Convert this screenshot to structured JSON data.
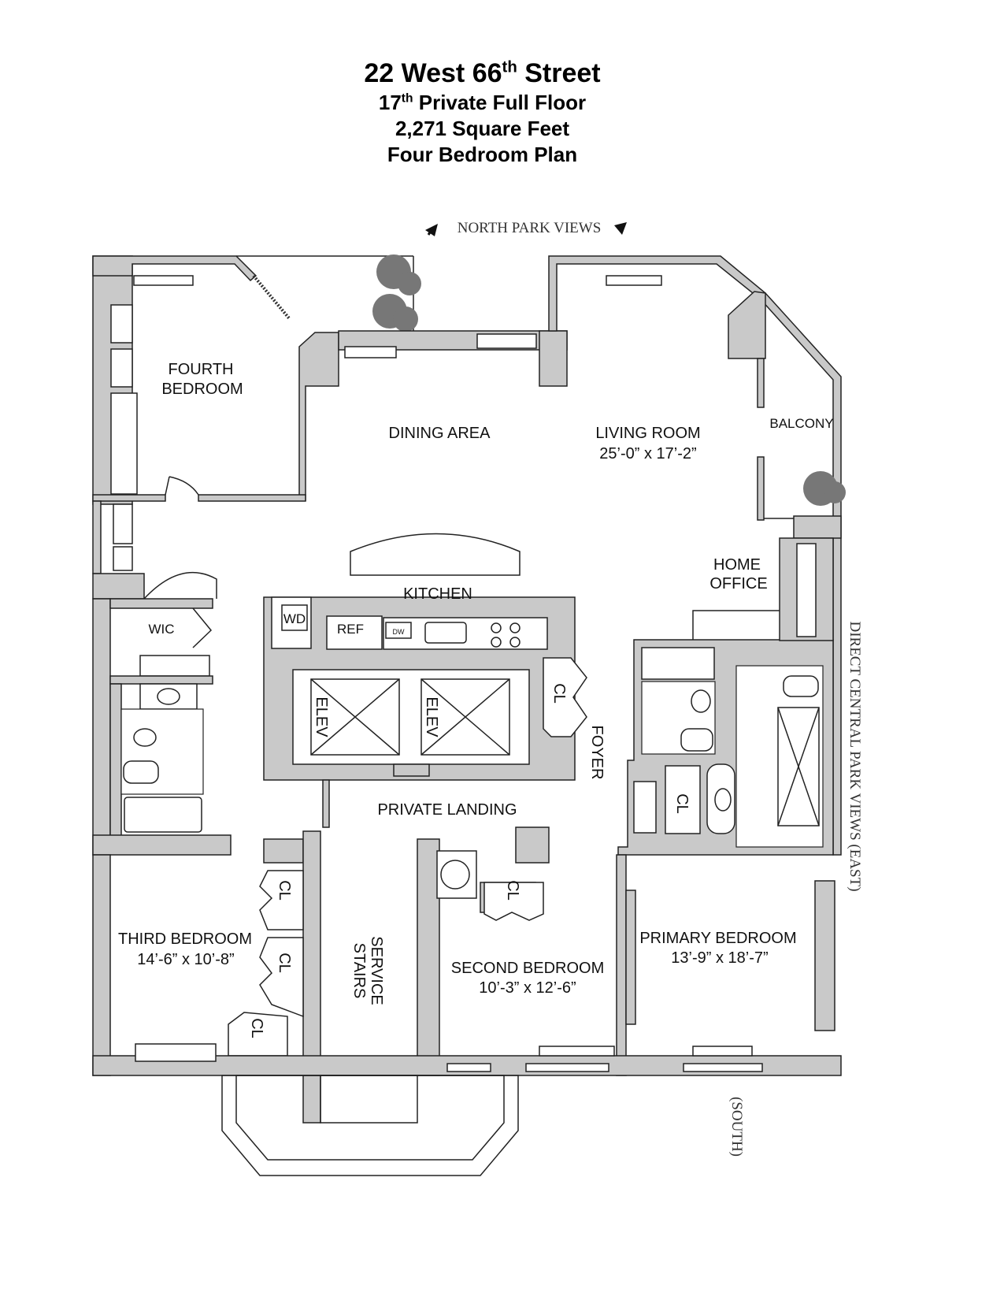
{
  "header": {
    "address_main": "22 West 66",
    "address_sup": "th",
    "address_end": " Street",
    "floor_num": "17",
    "floor_sup": "th",
    "floor_rest": " Private Full Floor",
    "area": "2,271 Square Feet",
    "plan": "Four Bedroom Plan"
  },
  "orientation": {
    "north": "NORTH PARK VIEWS",
    "east": "DIRECT CENTRAL PARK VIEWS  (EAST)",
    "south": "(SOUTH)"
  },
  "rooms": {
    "fourth_bedroom_1": "FOURTH",
    "fourth_bedroom_2": "BEDROOM",
    "dining": "DINING AREA",
    "living": "LIVING ROOM",
    "living_dim": "25’-0” x 17’-2”",
    "balcony": "BALCONY",
    "home_office_1": "HOME",
    "home_office_2": "OFFICE",
    "kitchen": "KITCHEN",
    "wd": "WD",
    "ref": "REF",
    "dw": "DW",
    "wic": "WIC",
    "elev1": "ELEV",
    "elev2": "ELEV",
    "foyer": "FOYER",
    "private_landing": "PRIVATE LANDING",
    "third_bedroom": "THIRD BEDROOM",
    "third_dim": "14’-6” x 10’-8”",
    "service_stairs_1": "SERVICE",
    "service_stairs_2": "STAIRS",
    "second_bedroom": "SECOND BEDROOM",
    "second_dim": "10’-3” x 12’-6”",
    "primary_bedroom": "PRIMARY BEDROOM",
    "primary_dim": "13’-9” x 18’-7”",
    "closet": "CL"
  }
}
